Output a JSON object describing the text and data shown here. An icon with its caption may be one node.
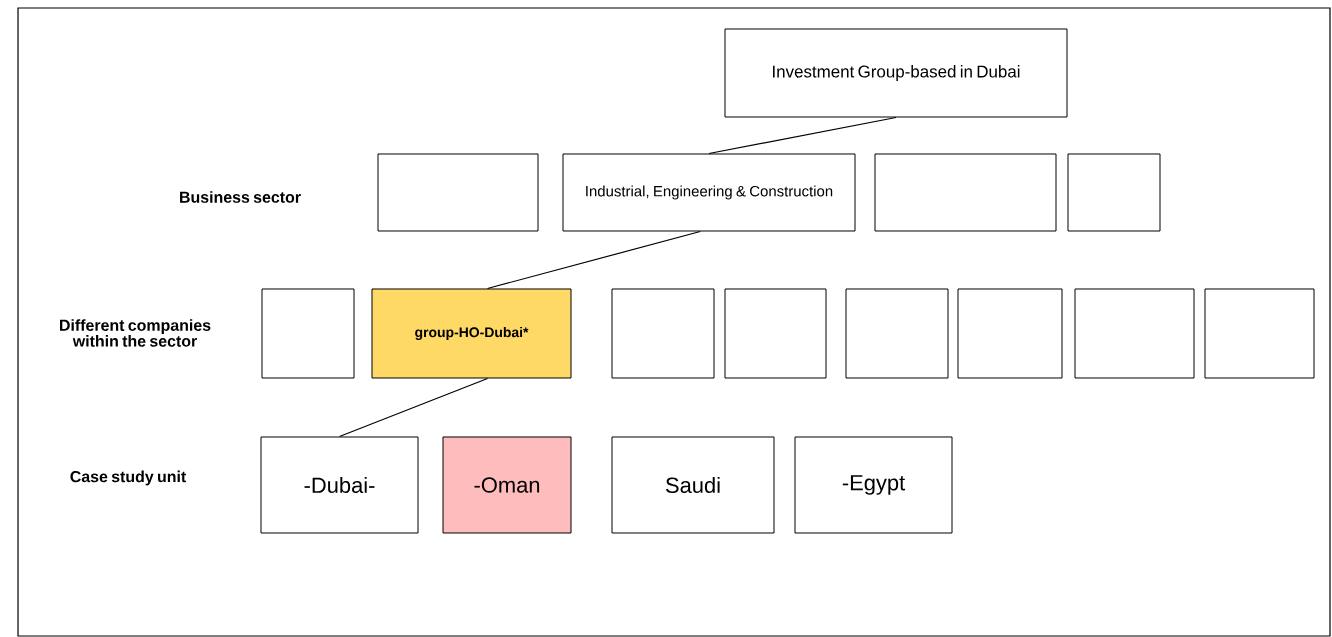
{
  "diagram": {
    "nodes": [
      {
        "text": [
          "Investment Group-based in Dubai"
        ]
      },
      {
        "text": [],
        "shape": "box"
      },
      {
        "text": [
          "Industrial, Engineering & Construction"
        ]
      },
      {
        "text": [],
        "shape": "box"
      },
      {
        "text": [],
        "shape": "box"
      },
      {
        "text": [],
        "shape": "box"
      },
      {
        "text": [
          "group-HO-Dubai*"
        ]
      },
      {
        "text": [],
        "shape": "box"
      },
      {
        "text": [],
        "shape": "box"
      },
      {
        "text": [],
        "shape": "box"
      },
      {
        "text": [],
        "shape": "box"
      },
      {
        "text": [],
        "shape": "box"
      },
      {
        "text": [],
        "shape": "box"
      },
      {
        "text": [
          "-Dubai-"
        ]
      },
      {
        "text": [
          "-Oman"
        ]
      },
      {
        "text": [
          "Saudi"
        ]
      },
      {
        "text": [
          "-Egypt"
        ]
      }
    ],
    "edges": [
      {
        "from": 0,
        "to": 2,
        "arrow": "none"
      },
      {
        "from": 2,
        "to": 6,
        "arrow": "none"
      },
      {
        "from": 6,
        "to": 13,
        "arrow": "none"
      }
    ],
    "labels": [
      "Business sector",
      "Different companies within the sector",
      "Case study unit"
    ]
  }
}
